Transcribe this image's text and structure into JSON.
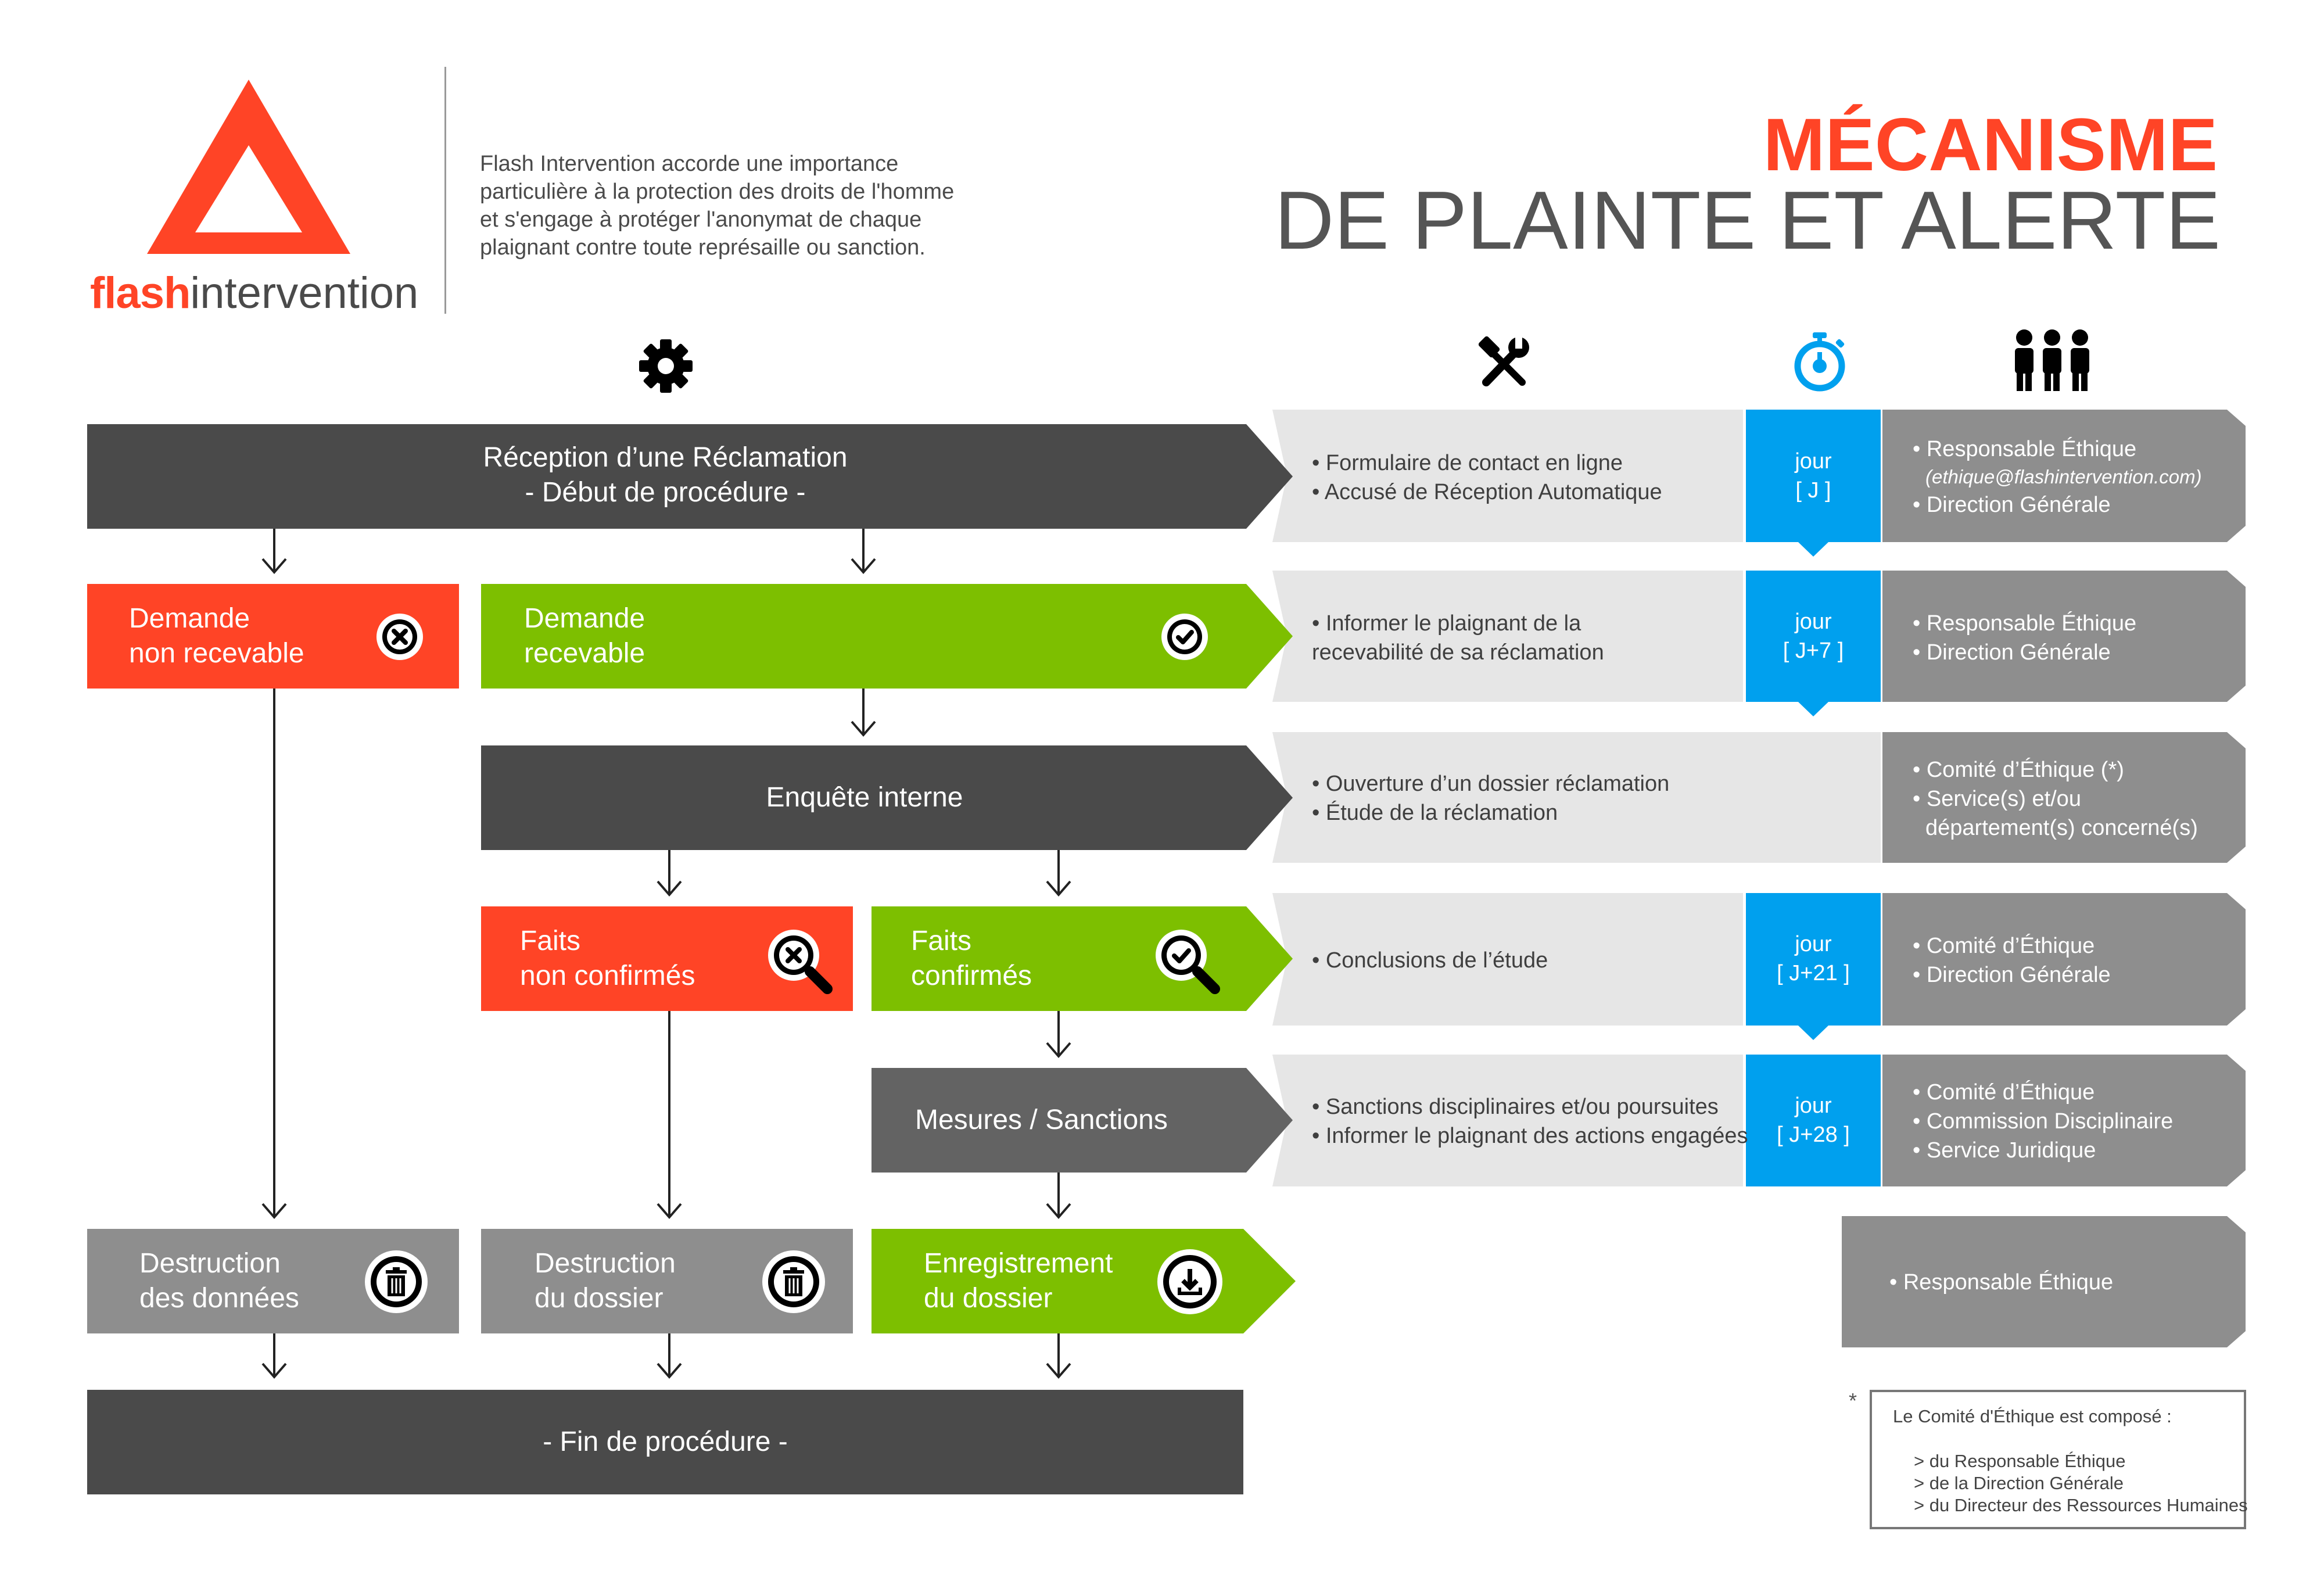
{
  "header": {
    "brand_flash": "flash",
    "brand_intervention": "intervention",
    "intro_lines": [
      "Flash Intervention accorde une importance",
      "particulière à la protection des droits de l'homme",
      "et s'engage à protéger l'anonymat de chaque",
      "plaignant contre toute représaille ou sanction."
    ],
    "title_line1": "MÉCANISME",
    "title_line2": "DE PLAINTE ET ALERTE"
  },
  "columns": {
    "process_icon": "gear-icon",
    "tools_icon": "tools-icon",
    "time_icon": "stopwatch-icon",
    "people_icon": "people-icon"
  },
  "flow": {
    "reception": [
      "Réception d’une Réclamation",
      "- Début de procédure -"
    ],
    "non_recevable": [
      "Demande",
      "non recevable"
    ],
    "recevable": [
      "Demande",
      "recevable"
    ],
    "enquete": "Enquête interne",
    "non_confirmes": [
      "Faits",
      "non confirmés"
    ],
    "confirmes": [
      "Faits",
      "confirmés"
    ],
    "mesures": "Mesures / Sanctions",
    "destruction_donnees": [
      "Destruction",
      "des données"
    ],
    "destruction_dossier": [
      "Destruction",
      "du dossier"
    ],
    "enregistrement": [
      "Enregistrement",
      "du dossier"
    ],
    "fin": "- Fin de procédure -"
  },
  "rows": [
    {
      "tools": [
        "• Formulaire de contact en ligne",
        "• Accusé de Réception Automatique"
      ],
      "day": [
        "jour",
        "[ J ]"
      ],
      "people": [
        "• Responsable Éthique",
        "(ethique@flashintervention.com)",
        "• Direction Générale"
      ]
    },
    {
      "tools": [
        "• Informer le plaignant de la",
        "recevabilité de sa réclamation"
      ],
      "day": [
        "jour",
        "[ J+7 ]"
      ],
      "people": [
        "• Responsable Éthique",
        "• Direction Générale"
      ]
    },
    {
      "tools": [
        "• Ouverture d’un dossier réclamation",
        "• Étude de la réclamation"
      ],
      "day": null,
      "people": [
        "• Comité d’Éthique (*)",
        "• Service(s) et/ou",
        "département(s) concerné(s)"
      ]
    },
    {
      "tools": [
        "• Conclusions de l’étude"
      ],
      "day": [
        "jour",
        "[ J+21 ]"
      ],
      "people": [
        "• Comité d’Éthique",
        "• Direction Générale"
      ]
    },
    {
      "tools": [
        "• Sanctions disciplinaires et/ou poursuites",
        "• Informer le plaignant des actions engagées"
      ],
      "day": [
        "jour",
        "[ J+28 ]"
      ],
      "people": [
        "• Comité d’Éthique",
        "• Commission Disciplinaire",
        "• Service Juridique"
      ]
    },
    {
      "tools": [],
      "day": null,
      "people": [
        "• Responsable Éthique"
      ]
    }
  ],
  "footnote": {
    "star": "*",
    "heading": "Le Comité d'Éthique est composé :",
    "items": [
      "> du Responsable Éthique",
      "> de la Direction Générale",
      "> du Directeur des Ressources Humaines"
    ]
  },
  "colors": {
    "dark": "#4a4a4a",
    "mid_dark": "#636363",
    "gray": "#8e8e8e",
    "light": "#e6e6e6",
    "red": "#ff4426",
    "green": "#7dbf00",
    "blue": "#00a0ee"
  }
}
